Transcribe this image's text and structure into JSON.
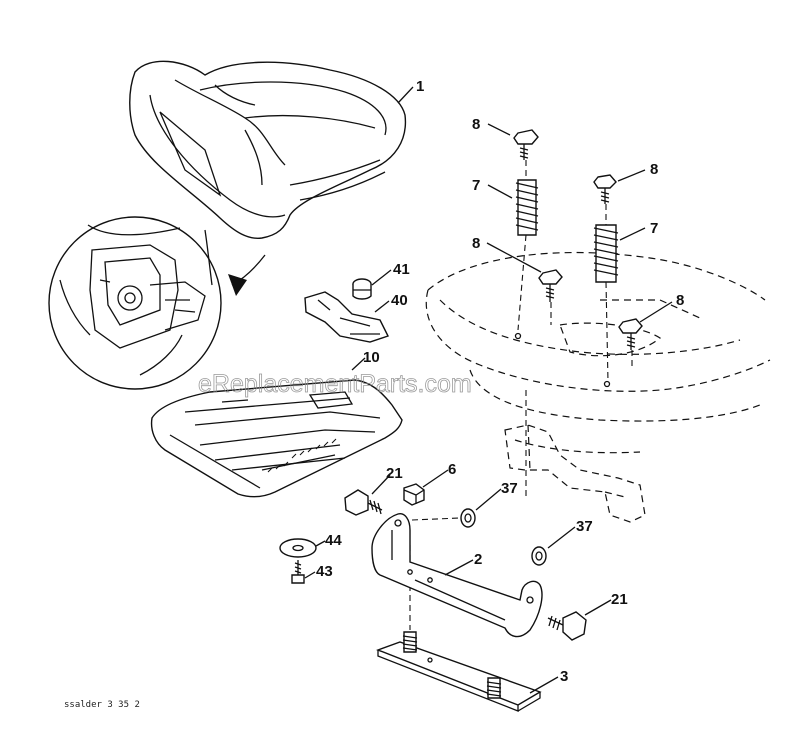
{
  "callouts": [
    "1",
    "8",
    "7",
    "8",
    "7",
    "8",
    "8",
    "41",
    "40",
    "10",
    "21",
    "6",
    "37",
    "37",
    "44",
    "43",
    "2",
    "21",
    "3"
  ],
  "watermark": "eReplacementParts.com",
  "footer_code": "ssalder 3 35 2"
}
